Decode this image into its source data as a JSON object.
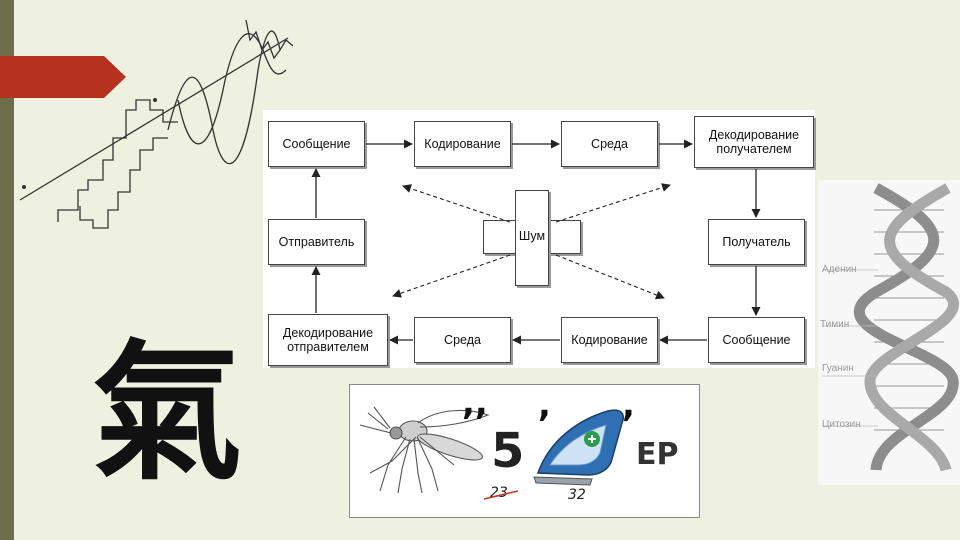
{
  "diagram": {
    "message_top": "Сообщение",
    "encoding_top": "Кодирование",
    "medium_top": "Среда",
    "decoding_receiver": "Декодирование получателем",
    "sender": "Отправитель",
    "noise": "Шум",
    "receiver": "Получатель",
    "decoding_sender": "Декодирование отправителем",
    "medium_bottom": "Среда",
    "encoding_bottom": "Кодирование",
    "message_bottom": "Сообщение"
  },
  "rebus": {
    "quote_marks_left": ",,",
    "comma_mid": ",",
    "comma_right": ",",
    "digit": "5",
    "letters": "ЕР",
    "crossed_number": "23",
    "number": "32"
  },
  "dna": {
    "labels": [
      "Аденин",
      "Тимин",
      "Гуанин",
      "Цитозин"
    ]
  },
  "kanji": "氣",
  "colors": {
    "background": "#eef1e0",
    "accent_red": "#b5321e",
    "bar": "#6e6e4a",
    "iron_blue": "#2f6fb3"
  }
}
